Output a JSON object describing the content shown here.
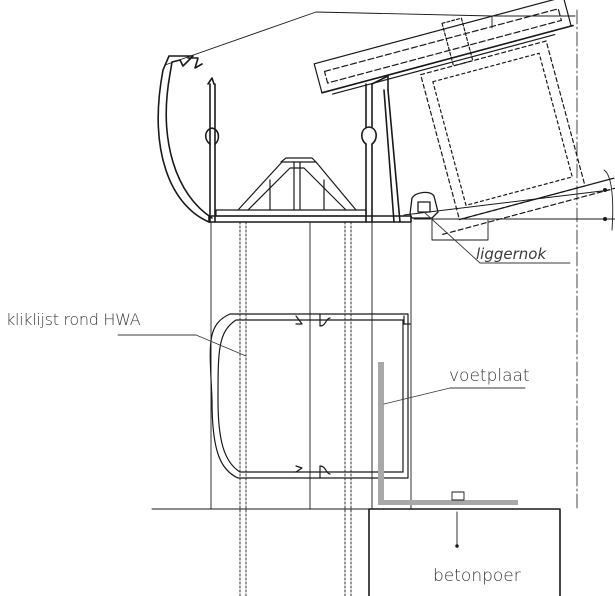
{
  "labels": {
    "kliklijst": "kliklijst rond HWA",
    "voetplaat": "voetplaat",
    "liggernok": "liggernok",
    "betonpoer": "betonpoer"
  },
  "colors": {
    "line": "#1a1a1a",
    "thin_line": "#4a4a4a",
    "foot_plate": "#a8a8a8",
    "background": "#ffffff"
  }
}
